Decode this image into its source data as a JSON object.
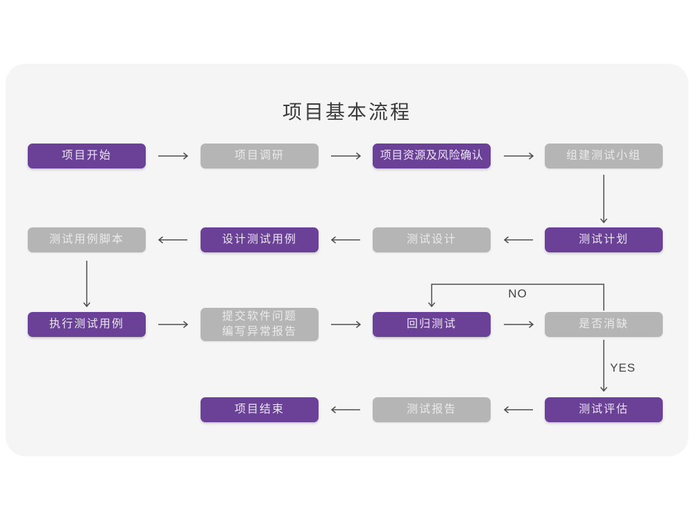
{
  "page": {
    "title": "项目基本流程"
  },
  "colors": {
    "purple": "#6a4197",
    "purple_text": "#ece6f5",
    "gray": "#b5b5b5",
    "gray_text": "#eaeaea",
    "card_bg": "#f5f5f6",
    "arrow": "#4c4c4c",
    "title_text": "#3c3c3c",
    "label_text": "#434343"
  },
  "flowchart": {
    "nodes": [
      {
        "id": "project-start",
        "label": "项目开始",
        "style": "purple"
      },
      {
        "id": "project-research",
        "label": "项目调研",
        "style": "gray"
      },
      {
        "id": "resource-risk-confirm",
        "label": "项目资源及风险确认",
        "style": "purple"
      },
      {
        "id": "build-test-team",
        "label": "组建测试小组",
        "style": "gray"
      },
      {
        "id": "test-case-script",
        "label": "测试用例脚本",
        "style": "gray"
      },
      {
        "id": "design-test-cases",
        "label": "设计测试用例",
        "style": "purple"
      },
      {
        "id": "test-design",
        "label": "测试设计",
        "style": "gray"
      },
      {
        "id": "test-plan",
        "label": "测试计划",
        "style": "purple"
      },
      {
        "id": "execute-test-cases",
        "label": "执行测试用例",
        "style": "purple"
      },
      {
        "id": "submit-issue-report",
        "label_line1": "提交软件问题",
        "label_line2": "编写异常报告",
        "style": "gray"
      },
      {
        "id": "regression-test",
        "label": "回归测试",
        "style": "purple"
      },
      {
        "id": "defect-cleared-check",
        "label": "是否消缺",
        "style": "gray"
      },
      {
        "id": "project-end",
        "label": "项目结束",
        "style": "purple"
      },
      {
        "id": "test-report",
        "label": "测试报告",
        "style": "gray"
      },
      {
        "id": "test-evaluate",
        "label": "测试评估",
        "style": "purple"
      }
    ],
    "edge_labels": {
      "no": "NO",
      "yes": "YES"
    }
  }
}
